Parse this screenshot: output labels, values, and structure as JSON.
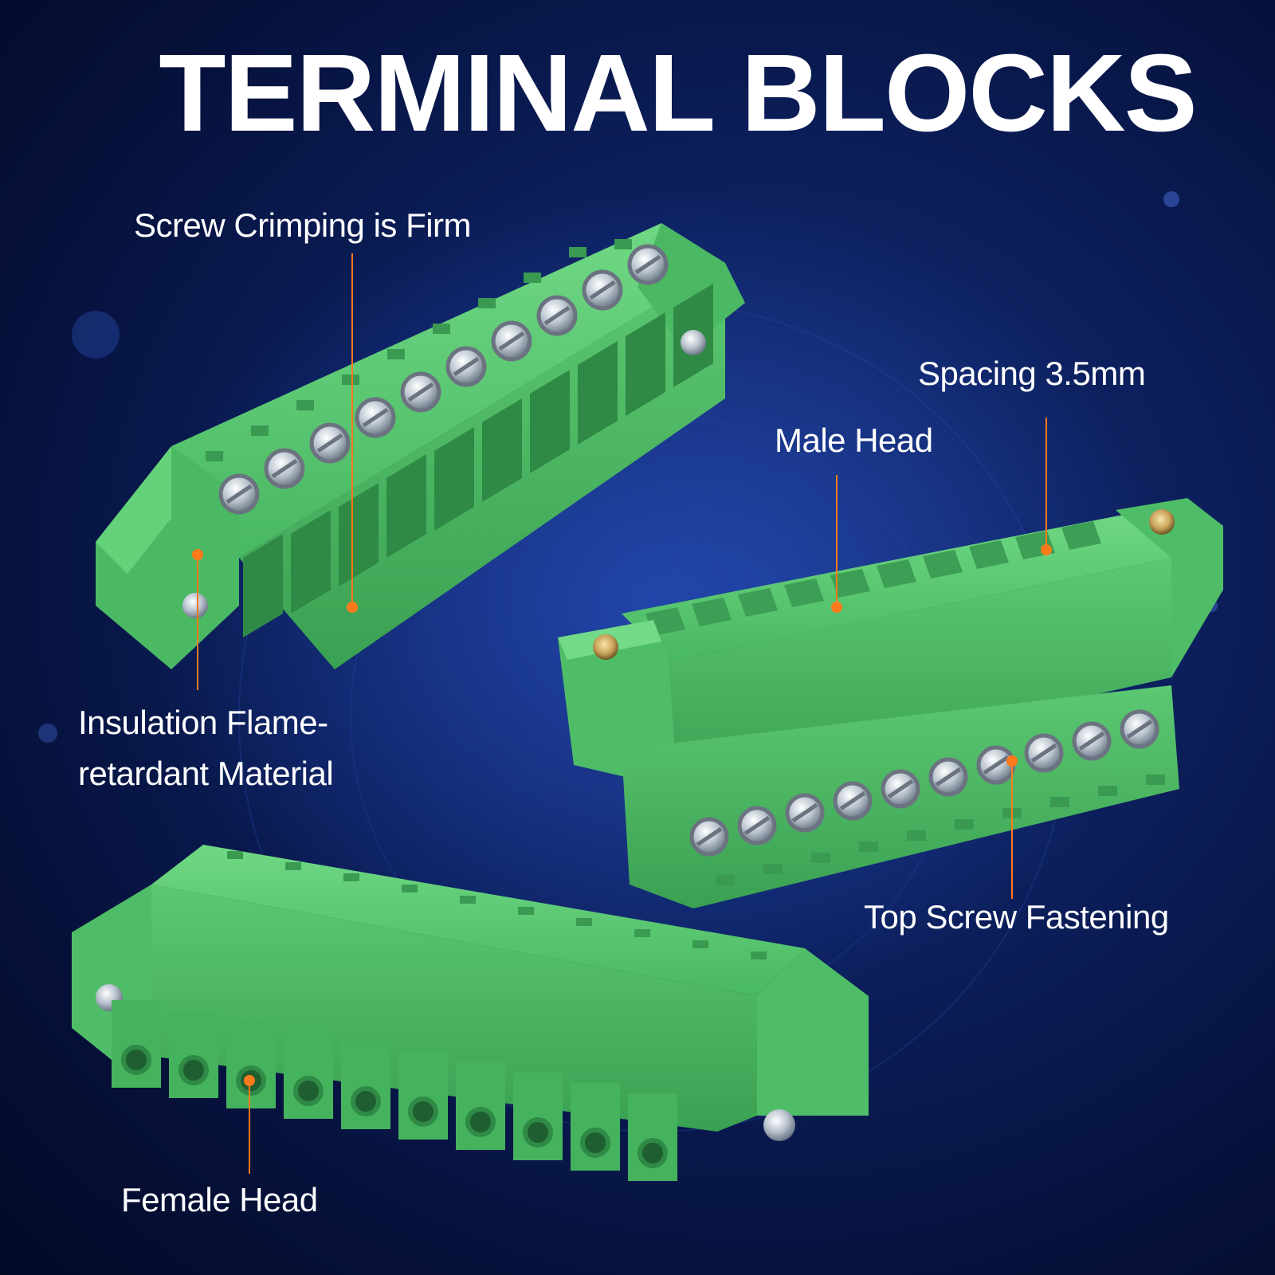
{
  "title": "TERMINAL BLOCKS",
  "callouts": {
    "screw_crimping": "Screw Crimping is Firm",
    "insulation_line1": "Insulation Flame-",
    "insulation_line2": "retardant Material",
    "spacing": "Spacing 3.5mm",
    "male_head": "Male Head",
    "top_screw": "Top Screw Fastening",
    "female_head": "Female Head"
  },
  "colors": {
    "background": "#0c1f5c",
    "block_green": "#55c46c",
    "block_green_dark": "#3aa152",
    "callout_accent": "#ff7a1a",
    "text": "#ffffff"
  },
  "objects": {
    "top_left_block": {
      "positions": 10,
      "type": "plug with screw terminals"
    },
    "right_block": {
      "positions": 10,
      "type": "male header with screw terminals"
    },
    "bottom_block": {
      "positions": 10,
      "type": "female plug"
    }
  }
}
